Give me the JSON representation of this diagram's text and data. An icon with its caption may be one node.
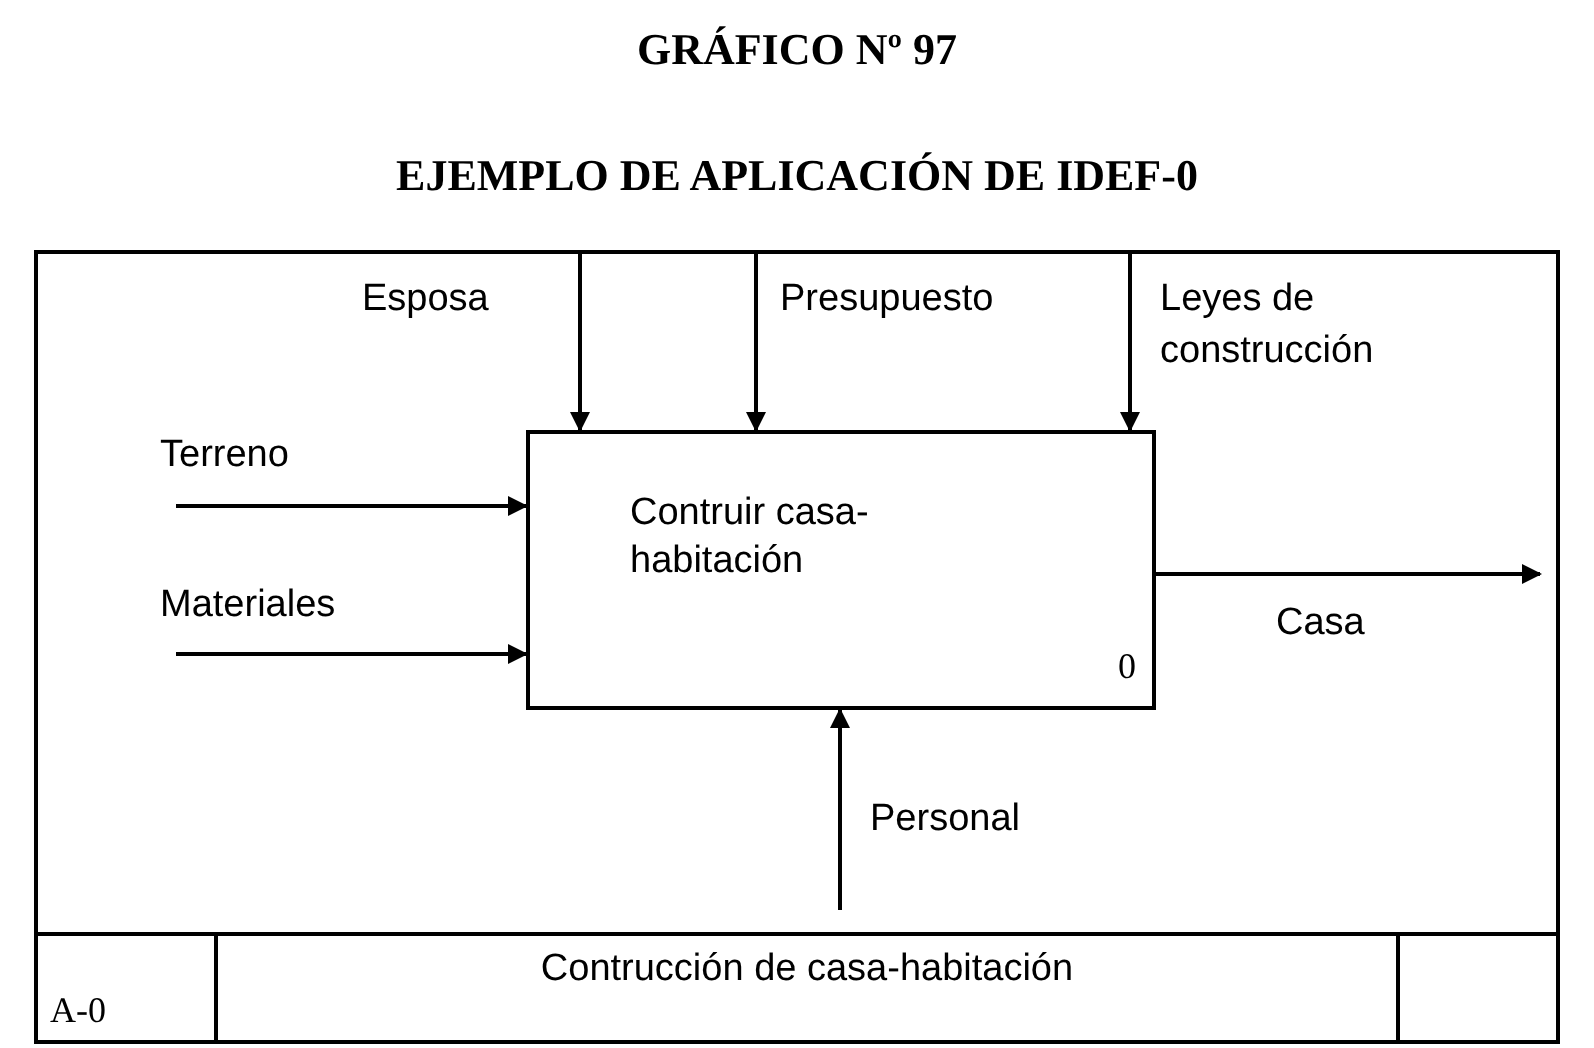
{
  "diagram": {
    "title": "GRÁFICO Nº 97",
    "nodes": [
      {
        "text": [],
        "shape": "box"
      },
      {
        "text": [
          "Contruir casa-habitación",
          "0"
        ],
        "in": 0
      }
    ],
    "edges": [
      {
        "from": null,
        "to": 1,
        "arrow": "to",
        "label": "Esposa"
      },
      {
        "from": null,
        "to": 1,
        "arrow": "to",
        "label": "Presupuesto"
      },
      {
        "from": null,
        "to": 1,
        "arrow": "to",
        "label": "Leyes de construcción"
      },
      {
        "from": null,
        "to": 1,
        "arrow": "to",
        "label": "Terreno"
      },
      {
        "from": null,
        "to": 1,
        "arrow": "to",
        "label": "Materiales"
      },
      {
        "from": 1,
        "to": null,
        "arrow": "to",
        "label": "Casa"
      },
      {
        "from": null,
        "to": 1,
        "arrow": "to",
        "label": "Personal"
      }
    ],
    "labels": [
      "EJEMPLO DE APLICACIÓN DE IDEF-0",
      "A-0",
      "Contrucción de casa-habitación"
    ]
  }
}
